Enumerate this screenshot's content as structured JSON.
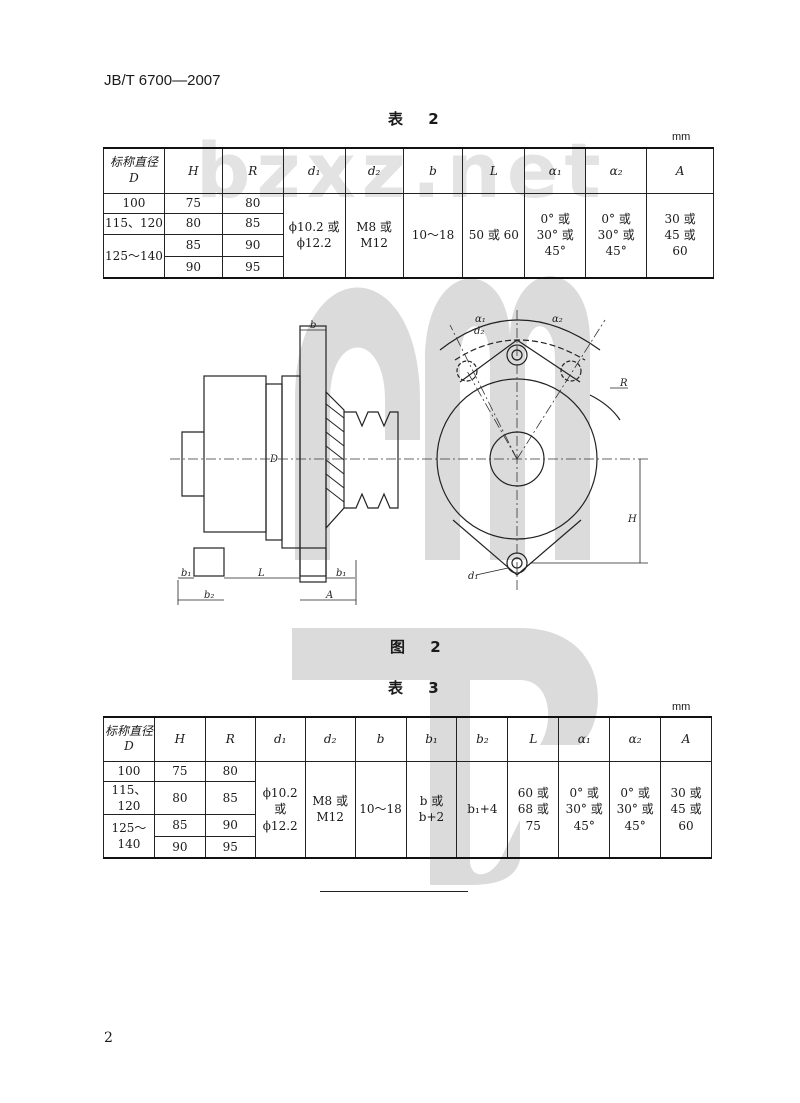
{
  "doc": {
    "standard_no": "JB/T 6700—2007",
    "page_number": "2"
  },
  "table2": {
    "caption": "表 2",
    "unit": "mm",
    "headers": [
      "标称直径",
      "D",
      "H",
      "R",
      "d₁",
      "d₂",
      "b",
      "L",
      "α₁",
      "α₂",
      "A"
    ],
    "rows": [
      [
        "100",
        "75",
        "80"
      ],
      [
        "115、120",
        "80",
        "85"
      ],
      [
        "125～140",
        "85",
        "90"
      ],
      [
        "",
        "90",
        "95"
      ]
    ],
    "merged": {
      "d1": [
        "ϕ10.2 或",
        "ϕ12.2"
      ],
      "d2": [
        "M8 或",
        "M12"
      ],
      "b": "10～18",
      "L": "50 或 60",
      "a1": [
        "0° 或",
        "30° 或",
        "45°"
      ],
      "a2": [
        "0° 或",
        "30° 或",
        "45°"
      ],
      "A": [
        "30 或",
        "45 或",
        "60"
      ]
    }
  },
  "figure2": {
    "caption": "图 2",
    "labels": [
      "b",
      "α₁",
      "α₂",
      "d₂",
      "R",
      "D",
      "H",
      "b₁",
      "L",
      "b₁",
      "b₂",
      "A",
      "d₁"
    ]
  },
  "table3": {
    "caption": "表 3",
    "unit": "mm",
    "headers": [
      "标称直径",
      "D",
      "H",
      "R",
      "d₁",
      "d₂",
      "b",
      "b₁",
      "b₂",
      "L",
      "α₁",
      "α₂",
      "A"
    ],
    "rows": [
      [
        "100",
        "75",
        "80"
      ],
      [
        "115、120",
        "80",
        "85"
      ],
      [
        "125～140",
        "85",
        "90"
      ],
      [
        "",
        "90",
        "95"
      ]
    ],
    "merged": {
      "d1": [
        "ϕ10.2 或",
        "ϕ12.2"
      ],
      "d2": [
        "M8 或",
        "M12"
      ],
      "b": "10～18",
      "b1": [
        "b 或",
        "b+2"
      ],
      "b2": "b₁+4",
      "L": [
        "60 或",
        "68 或",
        "75"
      ],
      "a1": [
        "0° 或",
        "30° 或",
        "45°"
      ],
      "a2": [
        "0° 或",
        "30° 或",
        "45°"
      ],
      "A": [
        "30 或",
        "45 或",
        "60"
      ]
    }
  },
  "watermark": {
    "text": "bzxz.net"
  }
}
